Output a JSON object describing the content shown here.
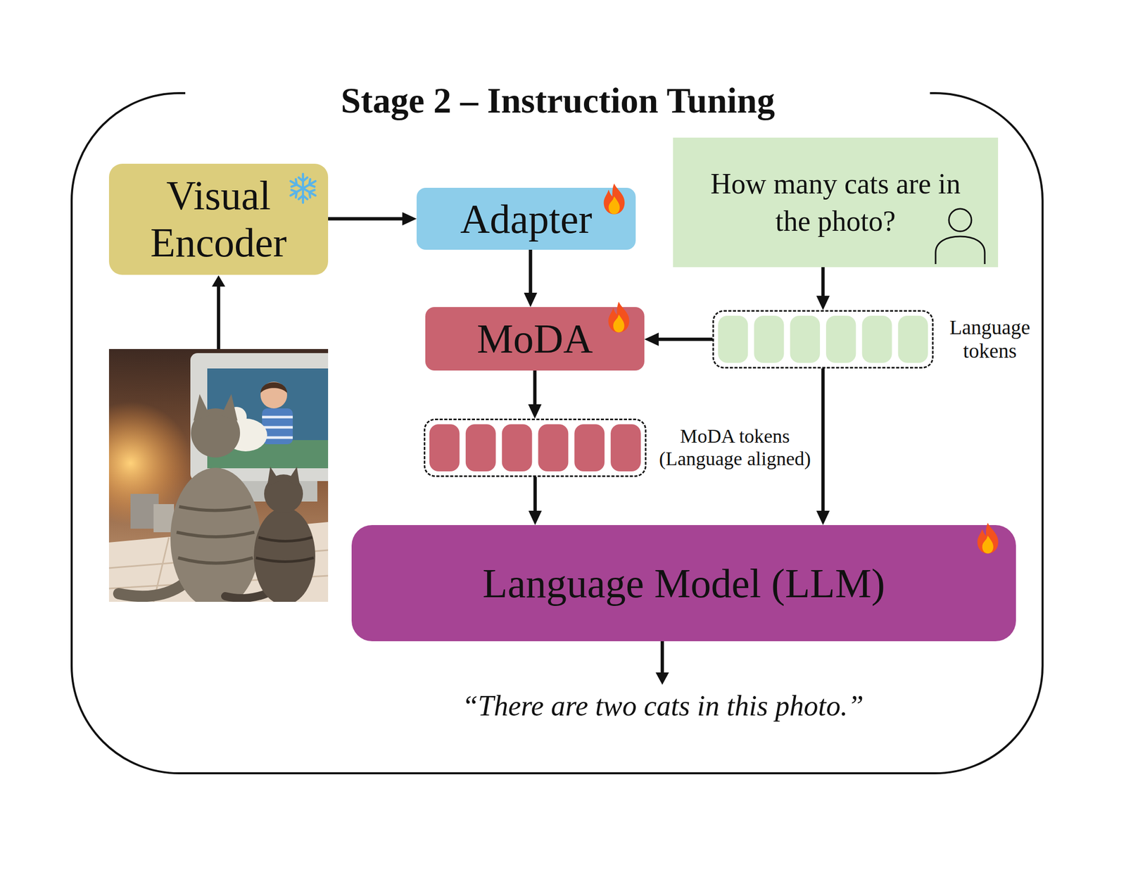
{
  "diagram": {
    "title": "Stage 2 – Instruction Tuning",
    "nodes": [
      {
        "text": [
          "Visual Encoder"
        ]
      },
      {
        "text": [
          "Adapter"
        ]
      },
      {
        "text": [
          "How many cats are in the photo?"
        ]
      },
      {
        "text": [
          "MoDA"
        ]
      },
      {
        "text": [
          "Language tokens"
        ]
      },
      {
        "text": [
          "MoDA tokens (Language aligned)"
        ]
      },
      {
        "text": [
          "Language Model (LLM)"
        ]
      }
    ],
    "edges": [
      {
        "from": 0,
        "to": 1,
        "arrow": "to"
      },
      {
        "from": 1,
        "to": 3,
        "arrow": "to"
      },
      {
        "from": 2,
        "to": 4,
        "arrow": "to"
      },
      {
        "from": 4,
        "to": 3,
        "arrow": "to"
      },
      {
        "from": 3,
        "to": 5,
        "arrow": "to"
      },
      {
        "from": 5,
        "to": 6,
        "arrow": "to"
      },
      {
        "from": 4,
        "to": 6,
        "arrow": "to"
      }
    ],
    "labels": [
      "“There are two cats in this photo.”"
    ]
  }
}
